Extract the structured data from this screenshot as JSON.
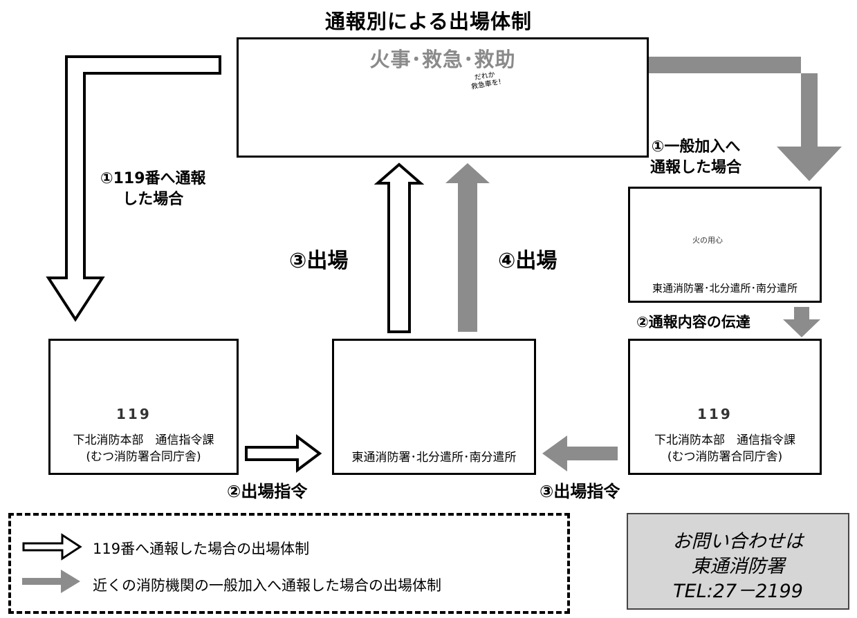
{
  "title": "通報別による出場体制",
  "incident": {
    "header": "火事･救急･救助",
    "speech": [
      "だれか",
      "救急車を!"
    ]
  },
  "routes": {
    "left_call": [
      "①119番へ通報",
      "した場合"
    ],
    "right_call": [
      "①一般加入へ",
      "通報した場合"
    ],
    "transmit": "②通報内容の伝達",
    "dispatch_left": "③出場",
    "dispatch_right": "④出場",
    "order_left": "②出場指令",
    "order_right": "③出場指令"
  },
  "boxes": {
    "hq_left": {
      "badge": "119",
      "lines": [
        "下北消防本部　通信指令課",
        "(むつ消防署合同庁舎)"
      ]
    },
    "station_center": {
      "lines": [
        "東通消防署･北分遣所･南分遣所"
      ]
    },
    "hq_right": {
      "badge": "119",
      "lines": [
        "下北消防本部　通信指令課",
        "(むつ消防署合同庁舎)"
      ]
    },
    "station_right": {
      "sign": "火の用心",
      "lines": [
        "東通消防署･北分遣所･南分遣所"
      ]
    }
  },
  "legend": [
    {
      "style": "outline-arrow",
      "text": "119番へ通報した場合の出場体制"
    },
    {
      "style": "gray-arrow",
      "text": "近くの消防機関の一般加入へ通報した場合の出場体制"
    }
  ],
  "contact": [
    "お問い合わせは",
    "東通消防署",
    "TEL:27－2199"
  ],
  "colors": {
    "gray_arrow": "#8c8c8c",
    "header_gray": "#8a8a8a",
    "contact_bg": "#d6d6d6"
  }
}
